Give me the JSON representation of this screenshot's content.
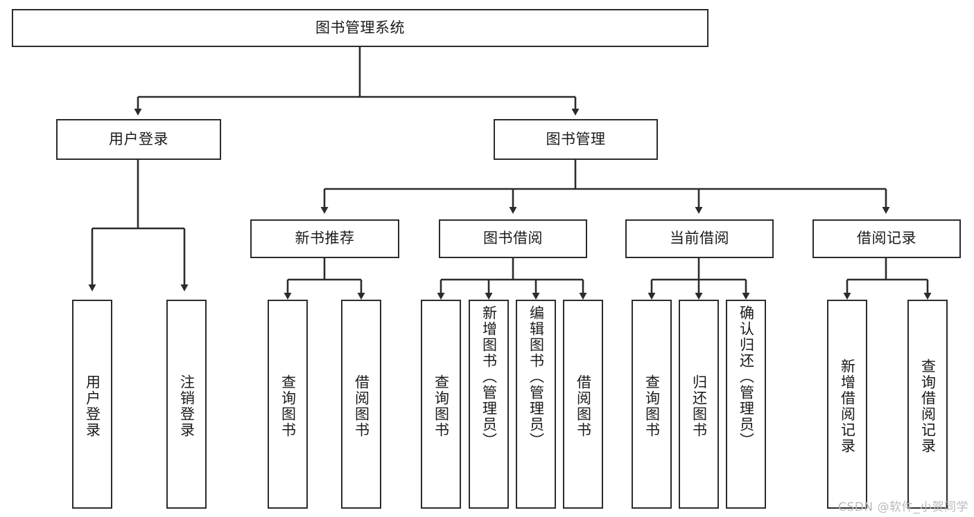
{
  "diagram": {
    "title": "图书管理系统",
    "type": "hierarchy-tree",
    "orientation": "top-down",
    "colors": {
      "background": "#ffffff",
      "box_border": "#2b2b2b",
      "box_fill": "#ffffff",
      "connector": "#2b2b2b",
      "text": "#1a1a1a",
      "watermark": "#b9b9b9"
    },
    "levels": [
      {
        "level": 0,
        "nodes": [
          {
            "id": "root",
            "label": "图书管理系统",
            "orientation": "horizontal"
          }
        ]
      },
      {
        "level": 1,
        "nodes": [
          {
            "id": "user-login",
            "label": "用户登录",
            "orientation": "horizontal",
            "parent": "root"
          },
          {
            "id": "book-manage",
            "label": "图书管理",
            "orientation": "horizontal",
            "parent": "root"
          }
        ]
      },
      {
        "level": 2,
        "nodes": [
          {
            "id": "new-book-rec",
            "label": "新书推荐",
            "orientation": "horizontal",
            "parent": "book-manage"
          },
          {
            "id": "book-borrow",
            "label": "图书借阅",
            "orientation": "horizontal",
            "parent": "book-manage"
          },
          {
            "id": "current-borrow",
            "label": "当前借阅",
            "orientation": "horizontal",
            "parent": "book-manage"
          },
          {
            "id": "borrow-record",
            "label": "借阅记录",
            "orientation": "horizontal",
            "parent": "book-manage"
          }
        ]
      },
      {
        "level": 3,
        "nodes": [
          {
            "id": "leaf-1",
            "label": "用户登录",
            "orientation": "vertical",
            "parent": "user-login"
          },
          {
            "id": "leaf-2",
            "label": "注销登录",
            "orientation": "vertical",
            "parent": "user-login"
          },
          {
            "id": "leaf-3",
            "label": "查询图书",
            "orientation": "vertical",
            "parent": "new-book-rec"
          },
          {
            "id": "leaf-4",
            "label": "借阅图书",
            "orientation": "vertical",
            "parent": "new-book-rec"
          },
          {
            "id": "leaf-5",
            "label": "查询图书",
            "orientation": "vertical",
            "parent": "book-borrow"
          },
          {
            "id": "leaf-6",
            "label": "新增图书（管理员）",
            "orientation": "vertical",
            "parent": "book-borrow"
          },
          {
            "id": "leaf-7",
            "label": "编辑图书（管理员）",
            "orientation": "vertical",
            "parent": "book-borrow"
          },
          {
            "id": "leaf-8",
            "label": "借阅图书",
            "orientation": "vertical",
            "parent": "book-borrow"
          },
          {
            "id": "leaf-9",
            "label": "查询图书",
            "orientation": "vertical",
            "parent": "current-borrow"
          },
          {
            "id": "leaf-10",
            "label": "归还图书",
            "orientation": "vertical",
            "parent": "current-borrow"
          },
          {
            "id": "leaf-11",
            "label": "确认归还（管理员）",
            "orientation": "vertical",
            "parent": "current-borrow"
          },
          {
            "id": "leaf-12",
            "label": "新增借阅记录",
            "orientation": "vertical",
            "parent": "borrow-record"
          },
          {
            "id": "leaf-13",
            "label": "查询借阅记录",
            "orientation": "vertical",
            "parent": "borrow-record"
          }
        ]
      }
    ]
  },
  "watermark": {
    "text": "CSDN @软件_小贺同学"
  }
}
